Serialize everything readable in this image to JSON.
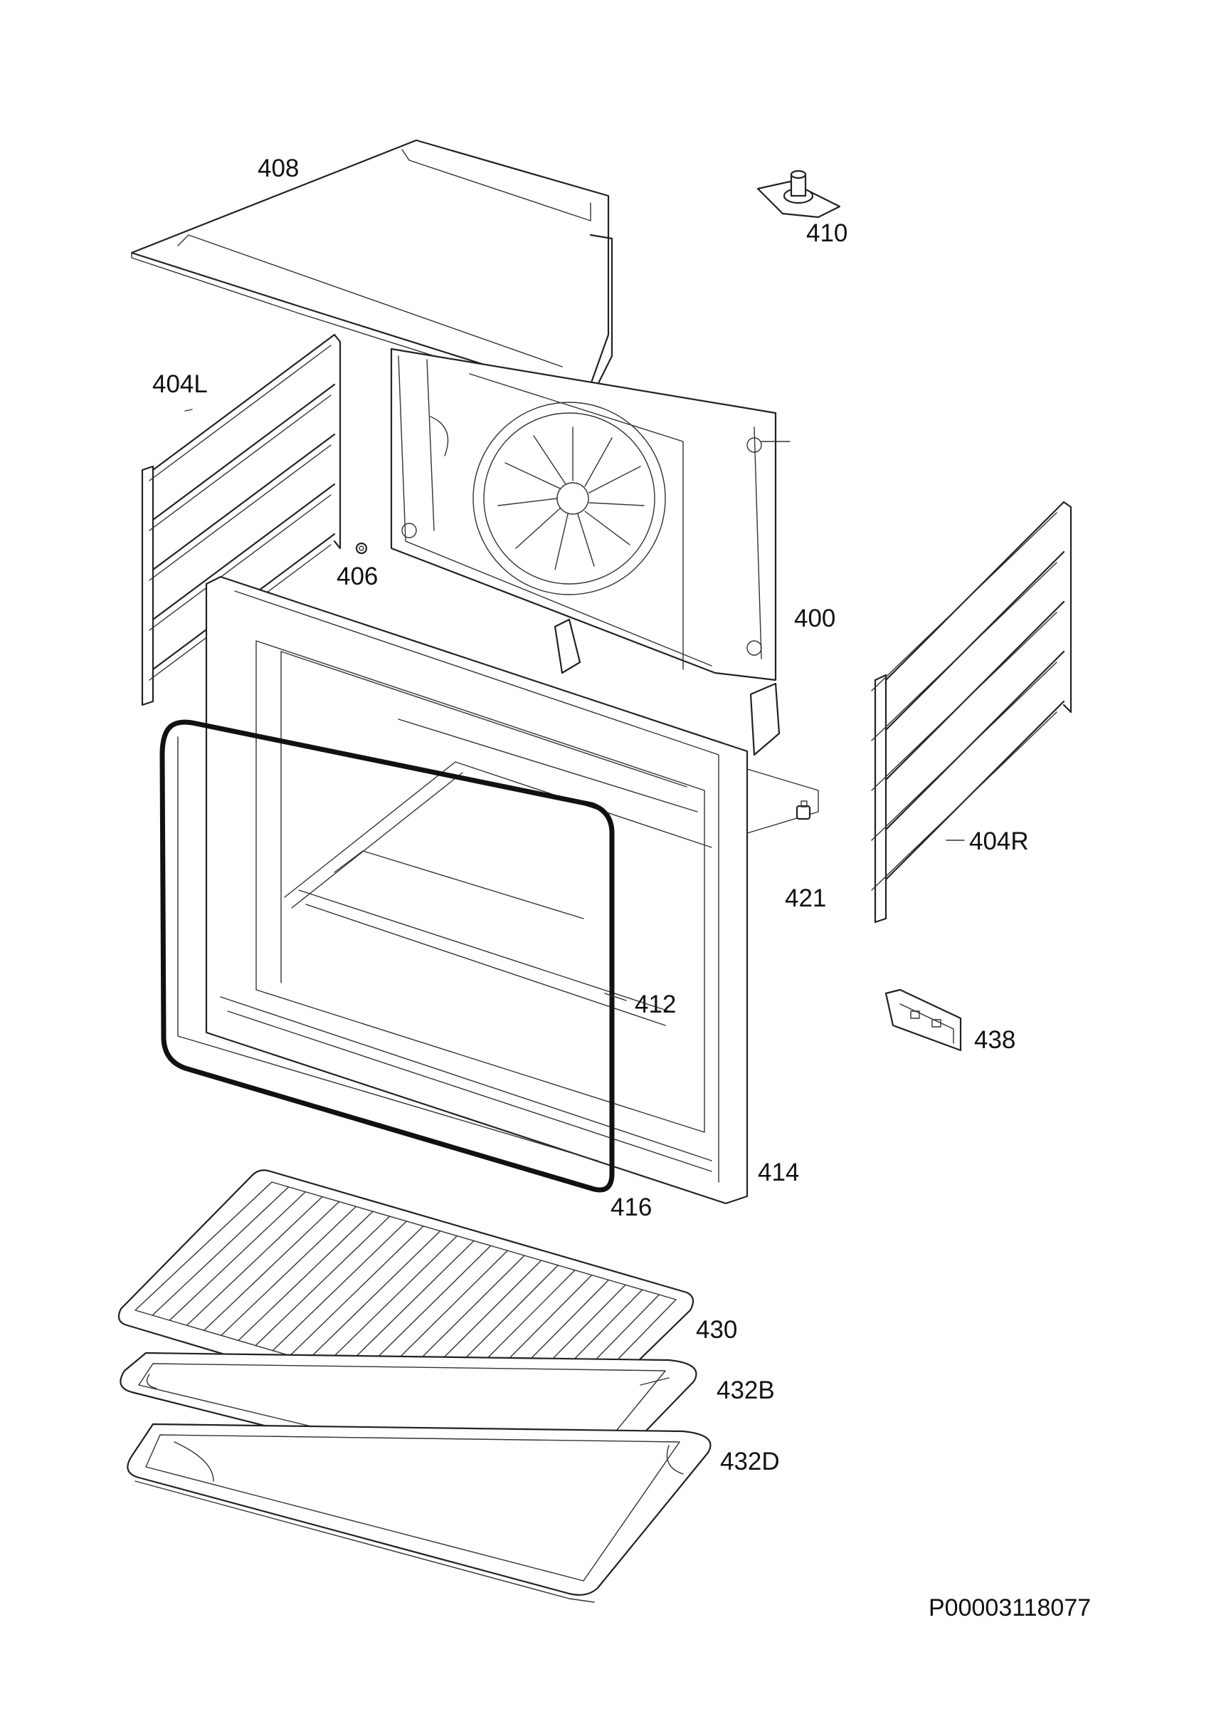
{
  "diagram": {
    "callouts": {
      "p408": "408",
      "p410": "410",
      "p404L": "404L",
      "p406": "406",
      "p400": "400",
      "p404R": "404R",
      "p421": "421",
      "p412": "412",
      "p438": "438",
      "p414": "414",
      "p416": "416",
      "p430": "430",
      "p432B": "432B",
      "p432D": "432D"
    },
    "document_id": "P00003118077"
  },
  "colors": {
    "line": "#222222",
    "background": "#ffffff"
  }
}
